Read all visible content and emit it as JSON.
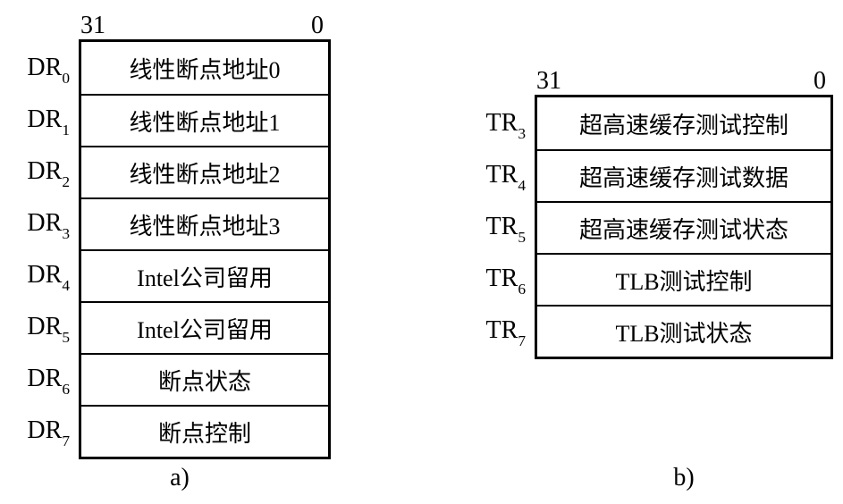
{
  "figure": {
    "left": {
      "bit_high": "31",
      "bit_low": "0",
      "caption": "a)",
      "rows": [
        {
          "reg": "DR",
          "sub": "0",
          "label": "线性断点地址0"
        },
        {
          "reg": "DR",
          "sub": "1",
          "label": "线性断点地址1"
        },
        {
          "reg": "DR",
          "sub": "2",
          "label": "线性断点地址2"
        },
        {
          "reg": "DR",
          "sub": "3",
          "label": "线性断点地址3"
        },
        {
          "reg": "DR",
          "sub": "4",
          "label": "Intel公司留用"
        },
        {
          "reg": "DR",
          "sub": "5",
          "label": "Intel公司留用"
        },
        {
          "reg": "DR",
          "sub": "6",
          "label": "断点状态"
        },
        {
          "reg": "DR",
          "sub": "7",
          "label": "断点控制"
        }
      ]
    },
    "right": {
      "bit_high": "31",
      "bit_low": "0",
      "caption": "b)",
      "rows": [
        {
          "reg": "TR",
          "sub": "3",
          "label": "超高速缓存测试控制"
        },
        {
          "reg": "TR",
          "sub": "4",
          "label": "超高速缓存测试数据"
        },
        {
          "reg": "TR",
          "sub": "5",
          "label": "超高速缓存测试状态"
        },
        {
          "reg": "TR",
          "sub": "6",
          "label": "TLB测试控制"
        },
        {
          "reg": "TR",
          "sub": "7",
          "label": "TLB测试状态"
        }
      ]
    }
  },
  "colors": {
    "background": "#ffffff",
    "line": "#000000",
    "text": "#000000"
  }
}
